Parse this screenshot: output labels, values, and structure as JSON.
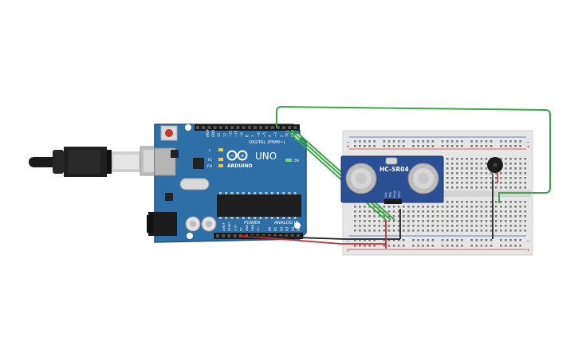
{
  "arduino": {
    "logo_text": "ARDUINO",
    "model": "UNO",
    "digital_label": "DIGITAL (PWM~)",
    "power_label": "POWER",
    "analog_label": "ANALOG IN",
    "on_label": "ON",
    "tx_label": "TX",
    "rx_label": "RX",
    "l_label": "L",
    "digital_pins": [
      "AREF",
      "GND",
      "13",
      "12",
      "~11",
      "~10",
      "~9",
      "8",
      "7",
      "~6",
      "~5",
      "4",
      "~3",
      "2",
      "TX 1",
      "RX 0"
    ],
    "power_pins": [
      "IOREF",
      "RESET",
      "3.3V",
      "5V",
      "GND",
      "GND",
      "Vin"
    ],
    "analog_pins": [
      "A0",
      "A1",
      "A2",
      "A3",
      "A4",
      "A5"
    ]
  },
  "sensor": {
    "label": "HC-SR04",
    "pins": [
      "Vcc",
      "Trig",
      "Echo",
      "Gnd"
    ]
  },
  "colors": {
    "board_blue": "#2d6fa6",
    "breadboard": "#e6e6e6",
    "wire_green": "#3aa845",
    "wire_red": "#d12b2b",
    "wire_black": "#222222",
    "rail_red": "#d03a3a",
    "rail_blue": "#3a5fb0"
  }
}
